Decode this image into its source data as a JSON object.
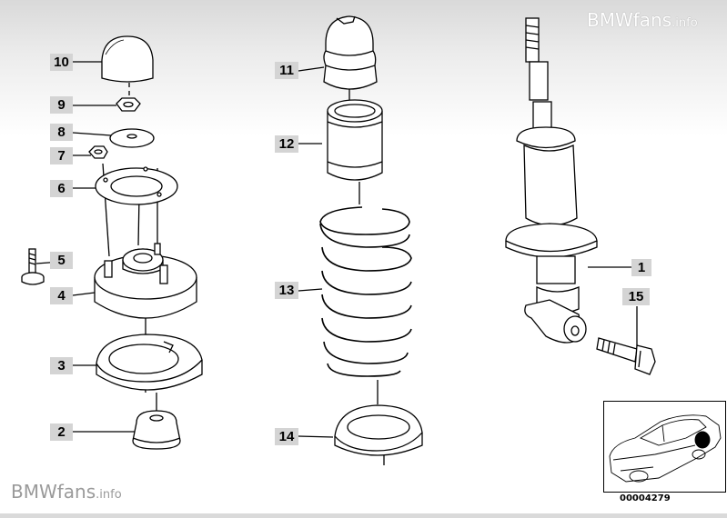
{
  "brand": {
    "main": "BMWfans",
    "suffix": ".info"
  },
  "diagram_code": "00004279",
  "callouts": [
    {
      "label": "10"
    },
    {
      "label": "9"
    },
    {
      "label": "8"
    },
    {
      "label": "7"
    },
    {
      "label": "6"
    },
    {
      "label": "5"
    },
    {
      "label": "4"
    },
    {
      "label": "3"
    },
    {
      "label": "2"
    },
    {
      "label": "11"
    },
    {
      "label": "12"
    },
    {
      "label": "13"
    },
    {
      "label": "14"
    },
    {
      "label": "1"
    },
    {
      "label": "15"
    }
  ],
  "icons": {
    "car": "car-silhouette-icon"
  }
}
